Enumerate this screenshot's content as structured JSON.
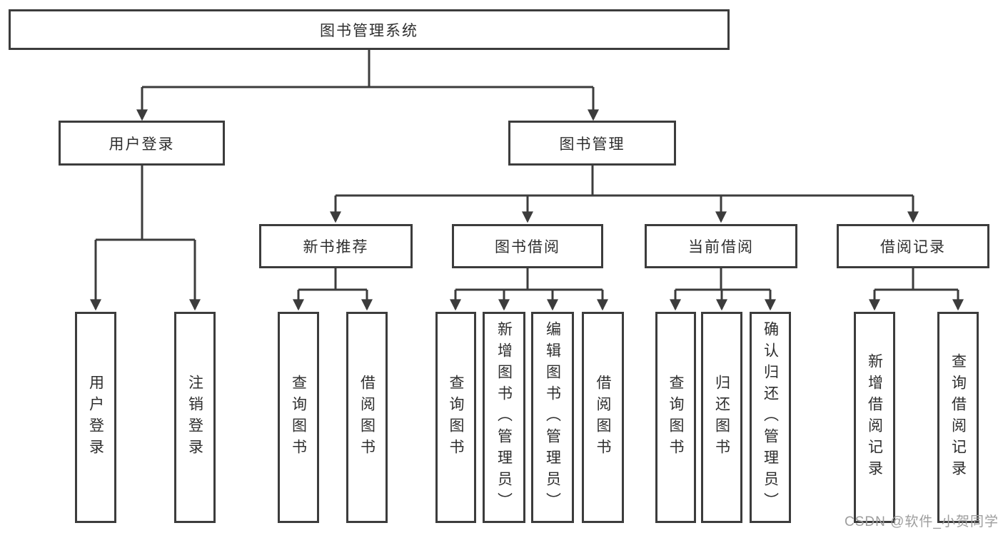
{
  "nodes": {
    "root": "图书管理系统",
    "login": {
      "label": "用户登录",
      "children": [
        "用户登录",
        "注销登录"
      ]
    },
    "management": {
      "label": "图书管理",
      "groups": [
        {
          "label": "新书推荐",
          "children": [
            "查询图书",
            "借阅图书"
          ]
        },
        {
          "label": "图书借阅",
          "children": [
            "查询图书",
            "新增图书（管理员）",
            "编辑图书（管理员）",
            "借阅图书"
          ]
        },
        {
          "label": "当前借阅",
          "children": [
            "查询图书",
            "归还图书",
            "确认归还（管理员）"
          ]
        },
        {
          "label": "借阅记录",
          "children": [
            "新增借阅记录",
            "查询借阅记录"
          ]
        }
      ]
    }
  },
  "watermark": "CSDN @软件_小贺同学",
  "colors": {
    "line": "#3c3c3c",
    "text": "#2e2e2e",
    "watermark": "#9d9d9d",
    "background": "#ffffff"
  }
}
